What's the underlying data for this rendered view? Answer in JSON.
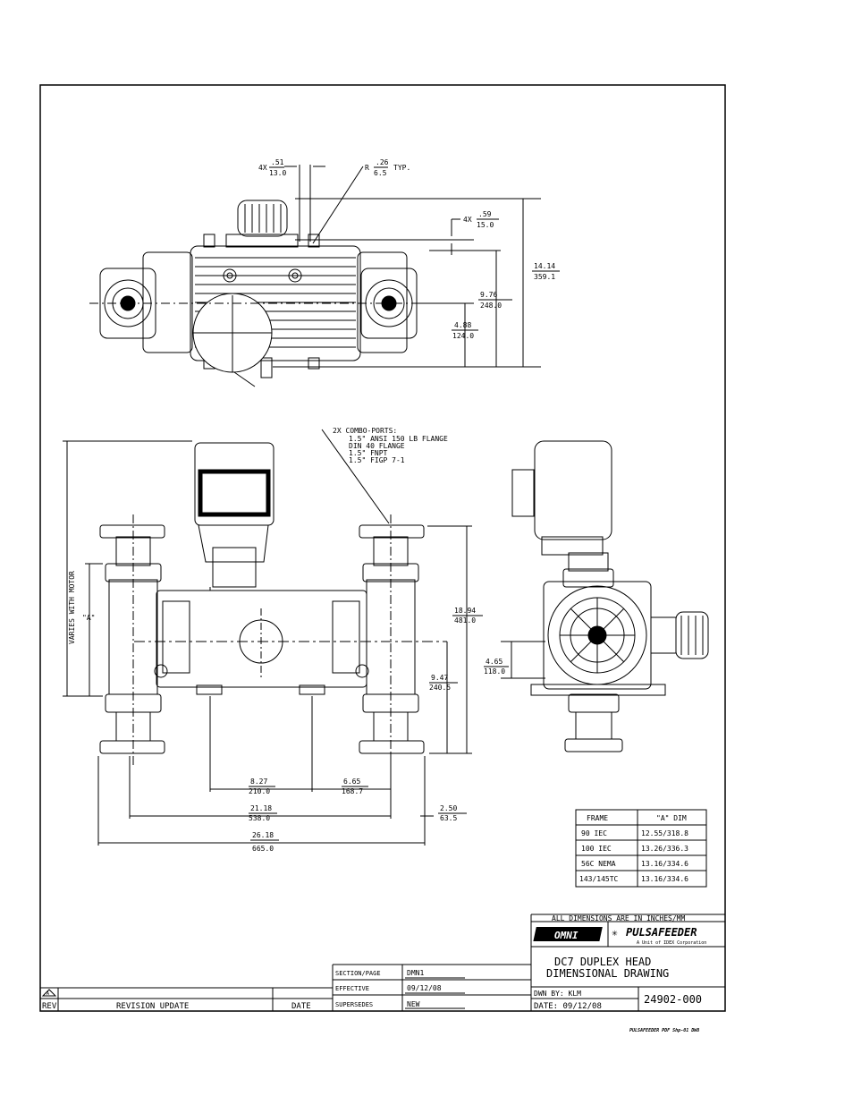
{
  "top_view": {
    "dims": {
      "hole_count": "4X",
      "hole_in": ".51",
      "hole_mm": "13.0",
      "radius_prefix": "R",
      "radius_in": ".26",
      "radius_mm": "6.5",
      "radius_suffix": "TYP.",
      "slot_count": "4X",
      "slot_in": ".59",
      "slot_mm": "15.0",
      "height_in": "14.14",
      "height_mm": "359.1",
      "mid_in": "9.76",
      "mid_mm": "248.0",
      "low_in": "4.88",
      "low_mm": "124.0"
    }
  },
  "front_view": {
    "ports_note": [
      "2X COMBO-PORTS:",
      "1.5\" ANSI 150 LB FLANGE",
      "DIN 40 FLANGE",
      "1.5\" FNPT",
      "1.5\" FIGP 7-1"
    ],
    "varies_label": "VARIES WITH MOTOR",
    "a_label": "\"A\"",
    "dims": {
      "port_height_in": "18.94",
      "port_height_mm": "481.0",
      "center_in": "9.47",
      "center_mm": "240.5",
      "mount_in": "8.27",
      "mount_mm": "210.0",
      "offset_in": "6.65",
      "offset_mm": "168.7",
      "port_span_in": "21.18",
      "port_span_mm": "538.0",
      "overall_in": "26.18",
      "overall_mm": "665.0",
      "depth_in": "2.50",
      "depth_mm": "63.5"
    }
  },
  "side_view": {
    "dims": {
      "shaft_in": "4.65",
      "shaft_mm": "118.0"
    }
  },
  "frame_table": {
    "headers": [
      "FRAME",
      "\"A\" DIM"
    ],
    "rows": [
      [
        "90 IEC",
        "12.55/318.8"
      ],
      [
        "100 IEC",
        "13.26/336.3"
      ],
      [
        "56C NEMA",
        "13.16/334.6"
      ],
      [
        "143/145TC",
        "13.16/334.6"
      ]
    ]
  },
  "title_block": {
    "all_dims_note": "ALL DIMENSIONS ARE IN INCHES/MM",
    "left_logo": "OMNI",
    "right_logo": "PULSAFEEDER",
    "right_logo_sub": "A Unit of IDEX Corporation",
    "title_line1": "DC7 DUPLEX HEAD",
    "title_line2": "DIMENSIONAL DRAWING",
    "drawn_by": "DWN BY: KLM",
    "date": "DATE: 09/12/08",
    "drawing_number": "24902-000",
    "section_label": "SECTION/PAGE",
    "section_value": "DMN1",
    "effective_label": "EFFECTIVE",
    "effective_value": "09/12/08",
    "supersedes_label": "SUPERSEDES",
    "supersedes_value": "NEW",
    "rev_label": "REV",
    "revision_update_label": "REVISION UPDATE",
    "date_label": "DATE",
    "rev_symbol": "A"
  },
  "footer_note": "PULSAFEEDER PDF Shp-01 DW8"
}
